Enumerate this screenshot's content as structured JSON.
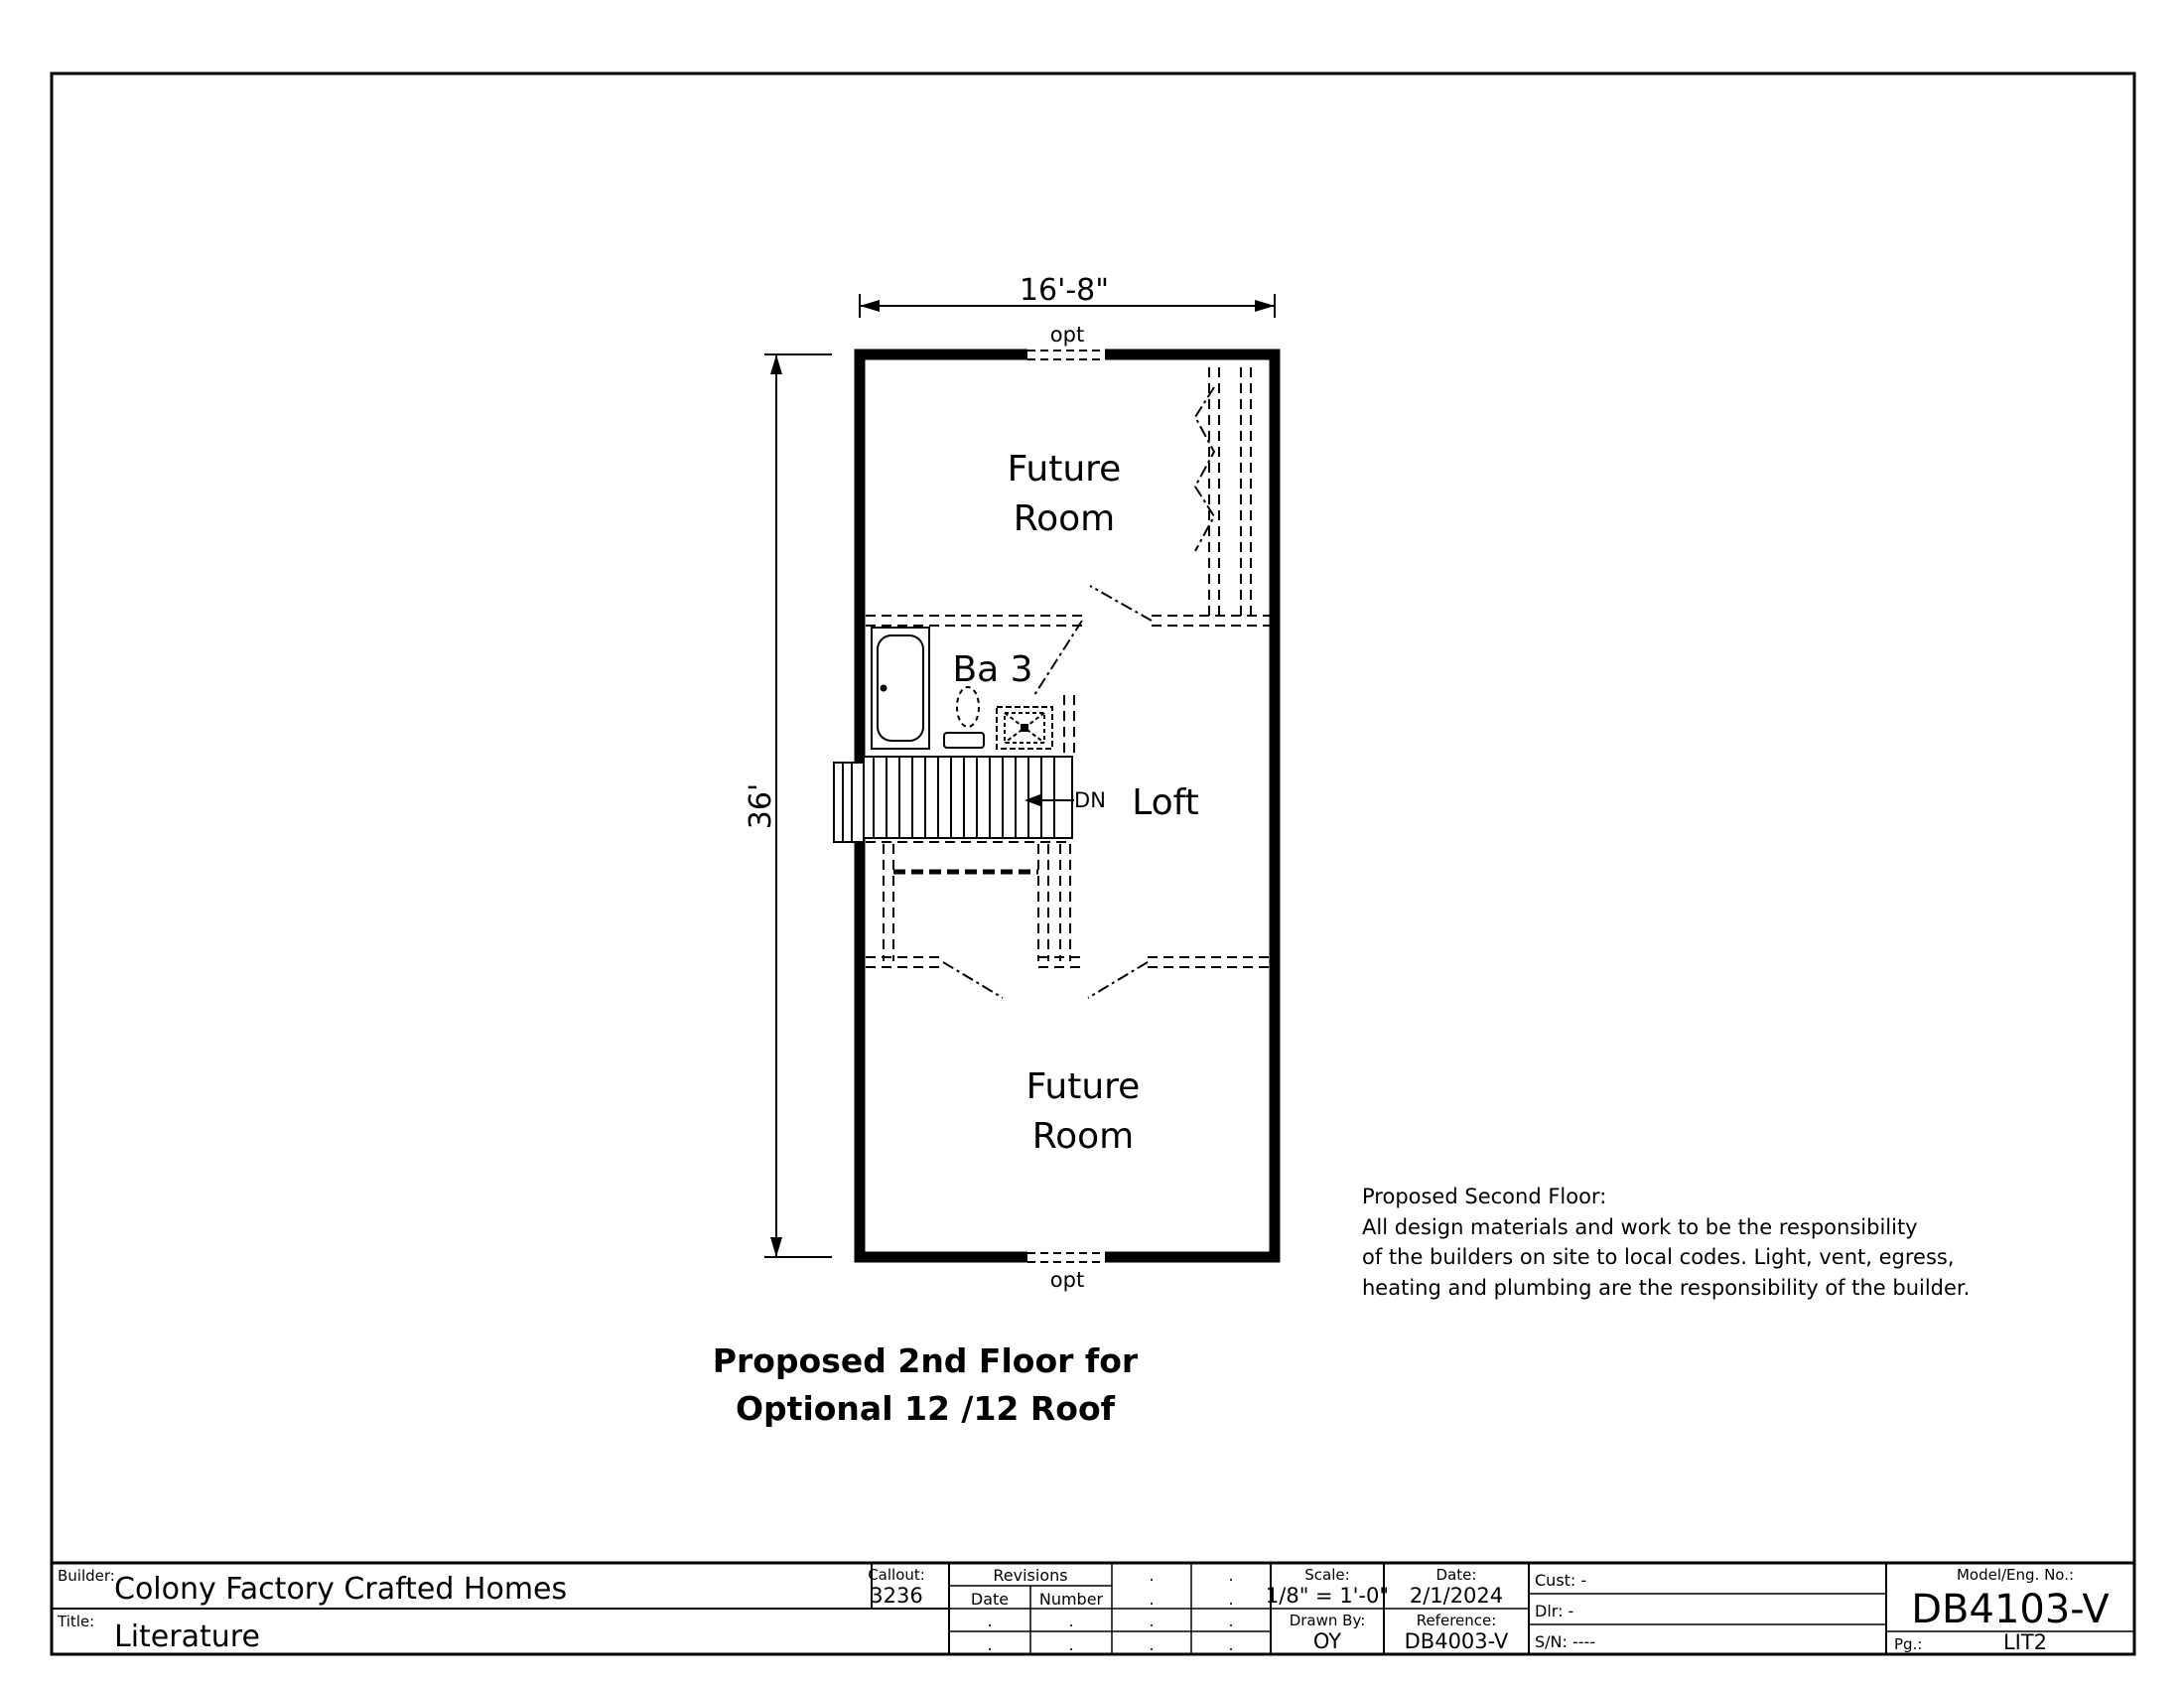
{
  "plan": {
    "width_dim": "16'-8\"",
    "depth_dim": "36'",
    "top_window": "opt",
    "bottom_window": "opt",
    "rooms": {
      "future_room_top_1": "Future",
      "future_room_top_2": "Room",
      "bath": "Ba 3",
      "loft": "Loft",
      "stair": "DN",
      "future_room_bottom_1": "Future",
      "future_room_bottom_2": "Room"
    },
    "caption_1": "Proposed 2nd Floor for",
    "caption_2": "Optional 12 /12 Roof"
  },
  "notes": {
    "line_1": "Proposed Second Floor:",
    "line_2": "All design materials and work to be the responsibility",
    "line_3": "of the builders on site to local codes.  Light, vent, egress,",
    "line_4": "heating and plumbing are the responsibility of the builder."
  },
  "title_block": {
    "builder_label": "Builder:",
    "builder_value": "Colony Factory Crafted Homes",
    "title_label": "Title:",
    "title_value": "Literature",
    "callout_label": "Callout:",
    "callout_value": "3236",
    "revisions_label": "Revisions",
    "date_col": "Date",
    "number_col": "Number",
    "dot": ".",
    "scale_label": "Scale:",
    "scale_value": "1/8\" = 1'-0\"",
    "date_label": "Date:",
    "date_value": "2/1/2024",
    "drawn_by_label": "Drawn By:",
    "drawn_by_value": "OY",
    "reference_label": "Reference:",
    "reference_value": "DB4003-V",
    "cust_label": "Cust: -",
    "dlr_label": "Dlr:  -",
    "sn_label": "S/N:  ----",
    "model_label": "Model/Eng. No.:",
    "model_value": "DB4103-V",
    "pg_label": "Pg.:",
    "pg_value": "LIT2"
  }
}
